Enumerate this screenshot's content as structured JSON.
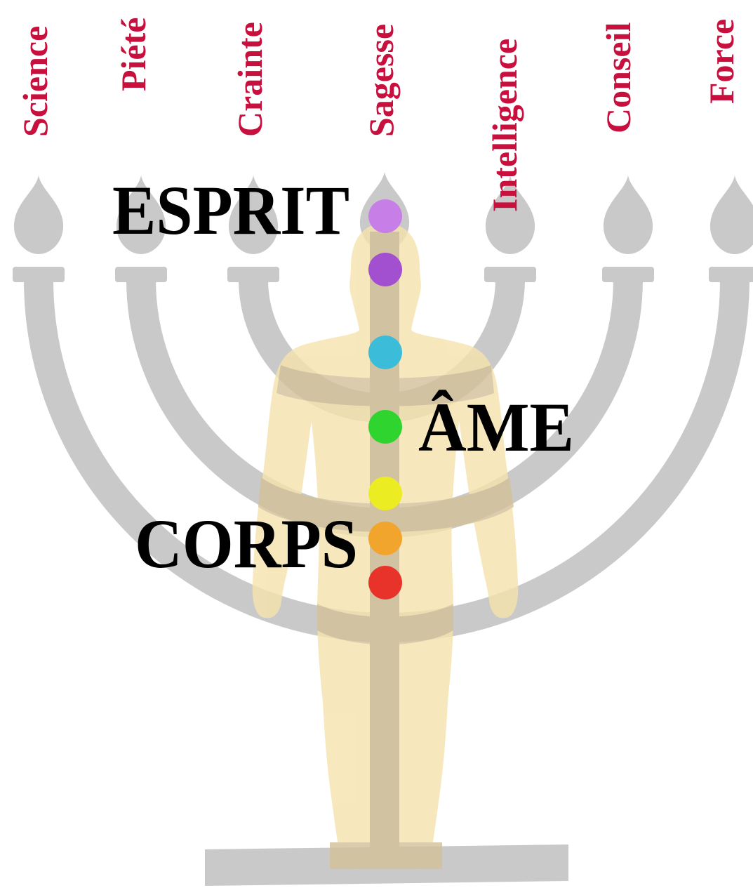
{
  "gifts": [
    "Science",
    "Piété",
    "Crainte",
    "Sagesse",
    "Intelligence",
    "Conseil",
    "Force"
  ],
  "labels": {
    "spirit": "ESPRIT",
    "soul": "ÂME",
    "body": "CORPS"
  },
  "chakras": [
    {
      "name": "crown",
      "color": "#c77ee6"
    },
    {
      "name": "third-eye",
      "color": "#a24fd0"
    },
    {
      "name": "throat",
      "color": "#3bbcd8"
    },
    {
      "name": "heart",
      "color": "#2fd42f"
    },
    {
      "name": "solar-plexus",
      "color": "#ecec22"
    },
    {
      "name": "sacral",
      "color": "#f2a52c"
    },
    {
      "name": "root",
      "color": "#e8332a"
    }
  ],
  "colors": {
    "gift_text": "#c8103e",
    "label_text": "#000000",
    "menorah": "#c9c9c9",
    "body": "#f5e3ae",
    "body_band": "#d3c29a"
  }
}
